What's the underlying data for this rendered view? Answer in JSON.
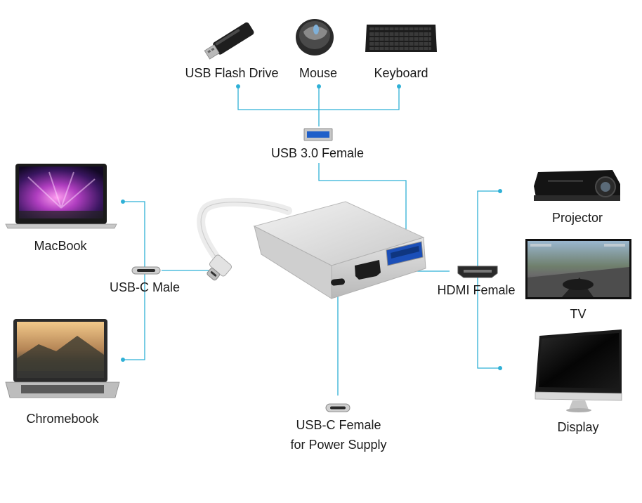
{
  "labels": {
    "usb_flash_drive": "USB Flash Drive",
    "mouse": "Mouse",
    "keyboard": "Keyboard",
    "usb30_female": "USB 3.0 Female",
    "macbook": "MacBook",
    "usbc_male": "USB-C Male",
    "chromebook": "Chromebook",
    "projector": "Projector",
    "hdmi_female": "HDMI Female",
    "tv": "TV",
    "display": "Display",
    "usbc_female_line1": "USB-C Female",
    "usbc_female_line2": "for Power Supply"
  },
  "colors": {
    "connector_line": "#2fb0d6",
    "hub_body": "#d6d6d6",
    "text": "#1a1a1a"
  },
  "icons": [
    "usb-flash-drive-icon",
    "mouse-icon",
    "keyboard-icon",
    "usb-a-port-icon",
    "macbook-icon",
    "usb-c-port-icon",
    "chromebook-icon",
    "projector-icon",
    "hdmi-port-icon",
    "tv-icon",
    "monitor-icon",
    "usb-c-hub-icon"
  ]
}
